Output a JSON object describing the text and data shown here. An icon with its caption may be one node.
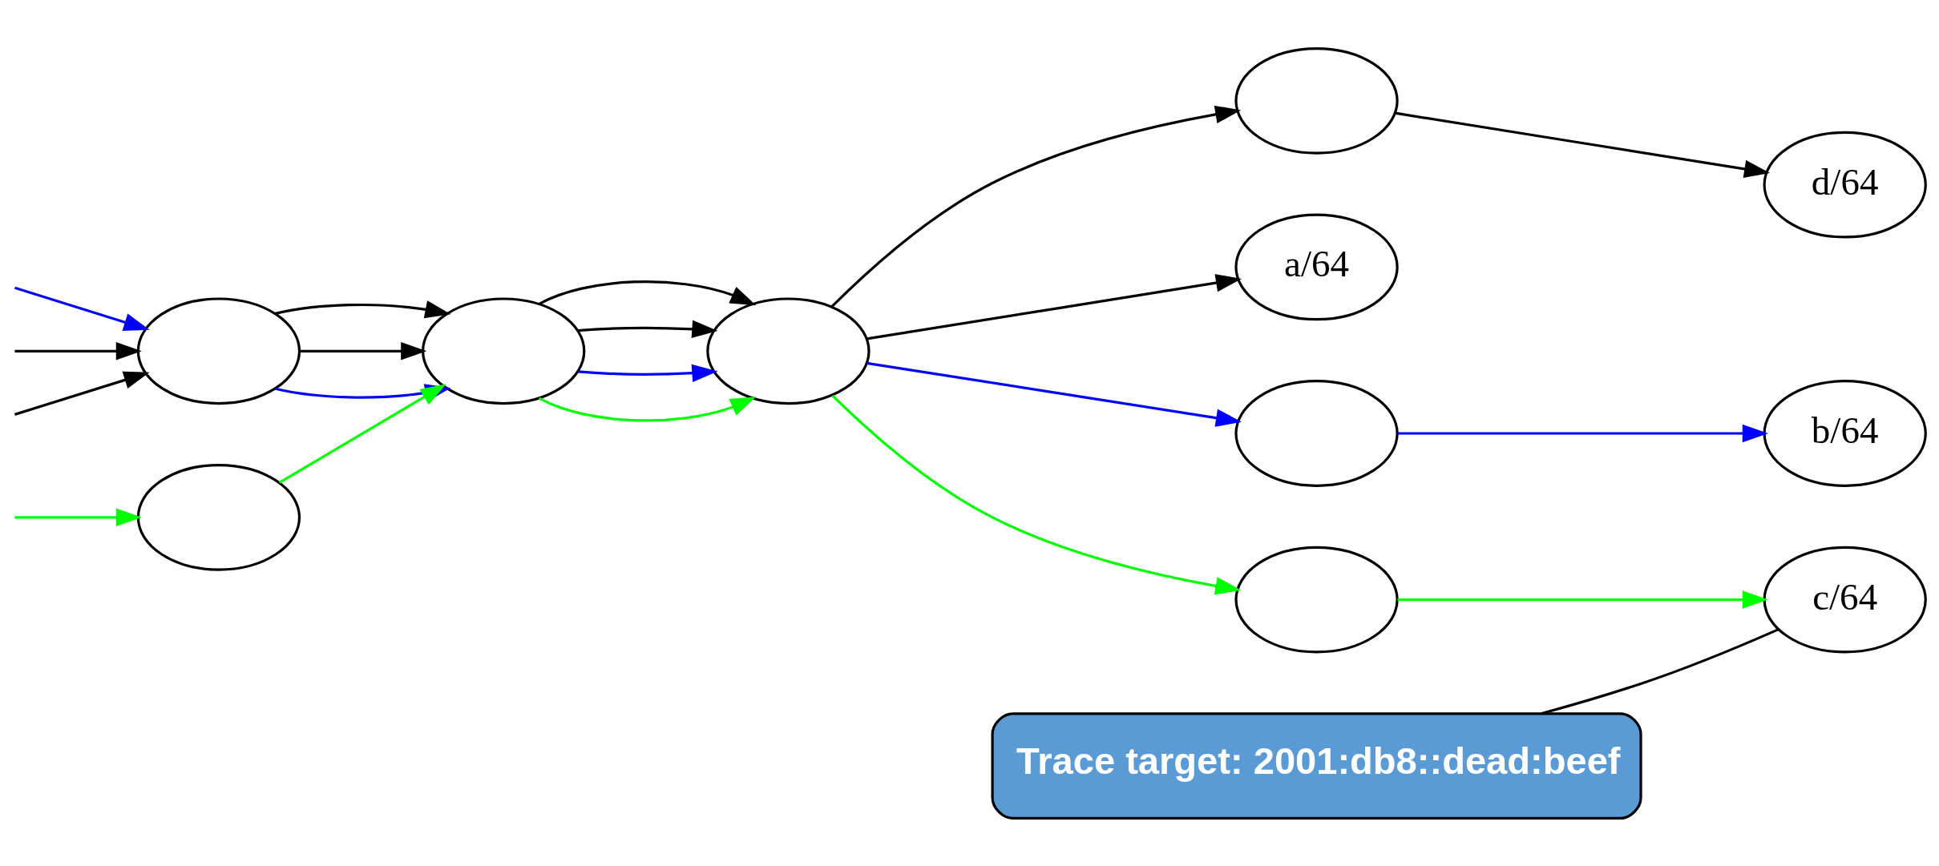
{
  "diagram": {
    "nodes": [
      {
        "text": [],
        "shape": "ellipse"
      },
      {
        "text": [],
        "shape": "ellipse"
      },
      {
        "text": [],
        "shape": "ellipse"
      },
      {
        "text": [],
        "shape": "ellipse"
      },
      {
        "text": [],
        "shape": "ellipse"
      },
      {
        "text": [
          "d/64"
        ]
      },
      {
        "text": [
          "a/64"
        ]
      },
      {
        "text": [],
        "shape": "ellipse"
      },
      {
        "text": [
          "b/64"
        ]
      },
      {
        "text": [],
        "shape": "ellipse"
      },
      {
        "text": [
          "c/64"
        ]
      },
      {
        "text": [
          "Trace target: 2001:db8::dead:beef"
        ]
      }
    ],
    "edges": [
      {
        "from": null,
        "to": 0,
        "arrow": "to",
        "color": "#0000ff"
      },
      {
        "from": null,
        "to": 0,
        "arrow": "to"
      },
      {
        "from": null,
        "to": 0,
        "arrow": "to"
      },
      {
        "from": null,
        "to": 1,
        "arrow": "to",
        "color": "#00ff00"
      },
      {
        "from": 0,
        "to": 2,
        "arrow": "to",
        "color": "#0000ff"
      },
      {
        "from": 0,
        "to": 2,
        "arrow": "to"
      },
      {
        "from": 0,
        "to": 2,
        "arrow": "to"
      },
      {
        "from": 1,
        "to": 2,
        "arrow": "to",
        "color": "#00ff00"
      },
      {
        "from": 2,
        "to": 3,
        "arrow": "to",
        "color": "#00ff00"
      },
      {
        "from": 2,
        "to": 3,
        "arrow": "to",
        "color": "#0000ff"
      },
      {
        "from": 2,
        "to": 3,
        "arrow": "to"
      },
      {
        "from": 2,
        "to": 3,
        "arrow": "to"
      },
      {
        "from": 3,
        "to": 4,
        "arrow": "to"
      },
      {
        "from": 3,
        "to": 6,
        "arrow": "to"
      },
      {
        "from": 3,
        "to": 7,
        "arrow": "to",
        "color": "#0000ff"
      },
      {
        "from": 3,
        "to": 9,
        "arrow": "to",
        "color": "#00ff00"
      },
      {
        "from": 4,
        "to": 5,
        "arrow": "to"
      },
      {
        "from": 7,
        "to": 8,
        "arrow": "to",
        "color": "#0000ff"
      },
      {
        "from": 9,
        "to": 10,
        "arrow": "to",
        "color": "#00ff00"
      },
      {
        "from": 11,
        "to": 10,
        "arrow": "none"
      }
    ]
  }
}
